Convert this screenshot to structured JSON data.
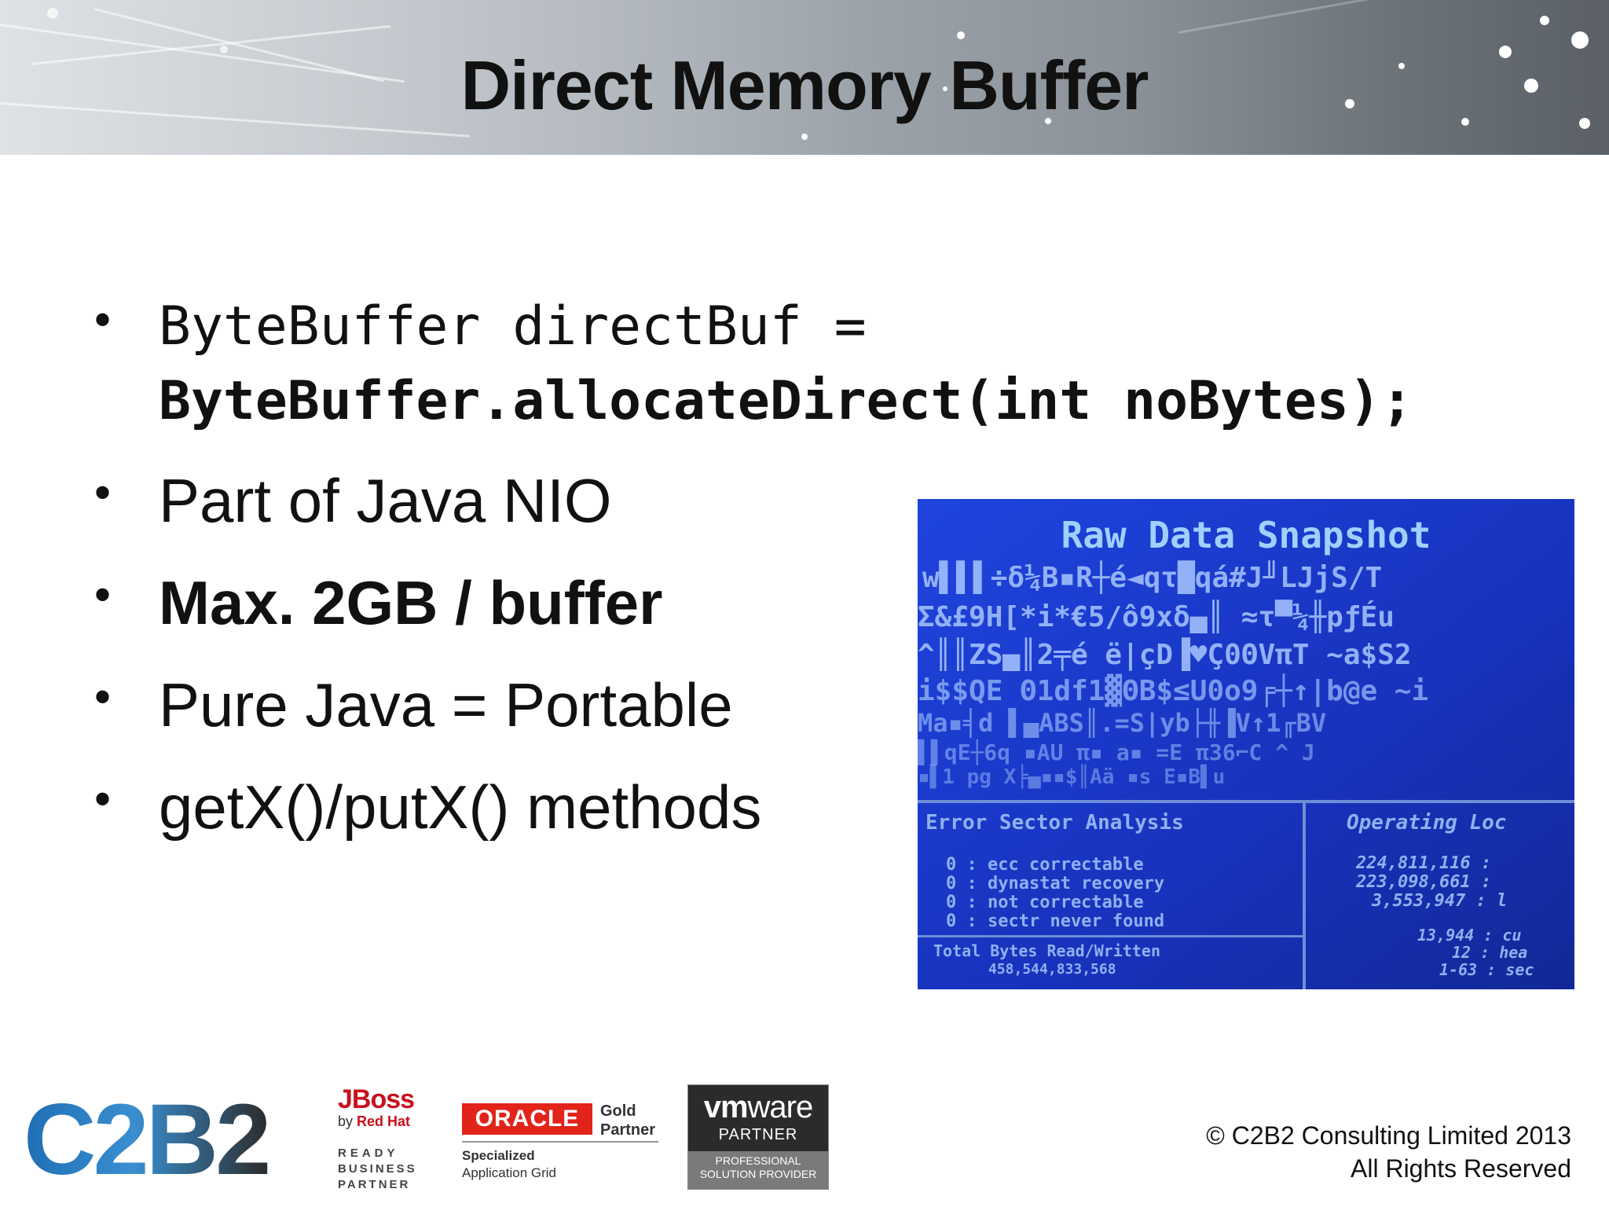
{
  "slide": {
    "title": "Direct Memory Buffer",
    "bullets": [
      {
        "line1": "ByteBuffer directBuf =",
        "line2": "ByteBuffer.allocateDirect(int noBytes);"
      },
      {
        "text": "Part of Java NIO"
      },
      {
        "text": "Max. 2GB / buffer"
      },
      {
        "text": "Pure Java = Portable"
      },
      {
        "text": "getX()/putX() methods"
      }
    ],
    "bullet_symbol": "•"
  },
  "photo": {
    "heading": "Raw Data Snapshot",
    "garbage_lines": [
      "w▌▌▌÷δ¼B▪R┼é◄qτ█qá#J╜LJjS/T",
      "Σ&£9H[*i*€5/ô9xδ▄║ ≈τ▀¼╫pƒÉu",
      "^║║ZS▄║2╤é ë|çD▐♥Ç0ΘVπT ~a$S2",
      "i$$QE Θ1df1▓ΘB$≤U0o9╒┼↑|b@e ~i",
      "Ma▪╡d ▌▄ABS║.=S|yb├╫▐V↑1╓BV",
      "▌▌qE┼6q ▪AU π▪ a▪ =E π36⌐C ^ J",
      "▪▌1 pg X╞▄▪▪$║Aä ▪s E▪B▌u"
    ],
    "panel_left_title": "Error Sector Analysis",
    "panel_right_title": "Operating Loc",
    "left_rows": [
      "0 : ecc correctable",
      "0 : dynastat recovery",
      "0 : not correctable",
      "0 : sectr never found"
    ],
    "left_total": "Total Bytes Read/Written",
    "left_total_value": "458,544,833,568",
    "right_rows": [
      "224,811,116 :",
      "223,098,661 :",
      "3,553,947 : l"
    ],
    "right_rows_2": [
      "13,944 : cu",
      "12 : hea",
      "1-63 : sec"
    ]
  },
  "footer": {
    "c2b2": "C2B2",
    "jboss_logo": "JBoss",
    "jboss_by": "by",
    "jboss_redhat": "Red Hat",
    "jboss_ready": [
      "READY",
      "BUSINESS",
      "PARTNER"
    ],
    "oracle_logo": "ORACLE",
    "oracle_gold": "Gold",
    "oracle_partner": "Partner",
    "oracle_specialized": "Specialized",
    "oracle_grid": "Application Grid",
    "vmware_vm": "vm",
    "vmware_ware": "ware",
    "vmware_partner": "PARTNER",
    "vmware_psp_1": "PROFESSIONAL",
    "vmware_psp_2": "SOLUTION PROVIDER",
    "copyright_1": "© C2B2 Consulting Limited 2013",
    "copyright_2": "All Rights Reserved"
  },
  "colors": {
    "title": "#111111",
    "photo_bg": "#1835c2",
    "photo_text": "#9fc4ff",
    "oracle_red": "#e2231a",
    "redhat_red": "#c8101e",
    "c2b2_blue": "#1f6fb5"
  }
}
